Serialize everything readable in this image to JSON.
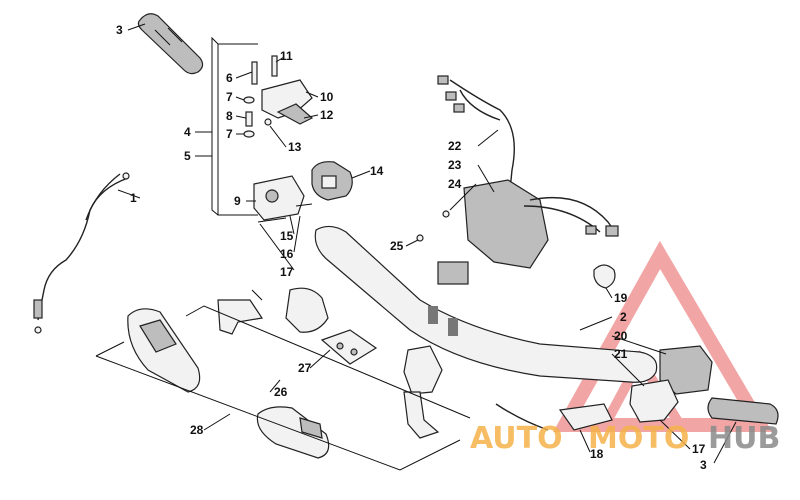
{
  "callouts": [
    {
      "id": "c1",
      "text": "1"
    },
    {
      "id": "c2",
      "text": "2"
    },
    {
      "id": "c3a",
      "text": "3"
    },
    {
      "id": "c3b",
      "text": "3"
    },
    {
      "id": "c4",
      "text": "4"
    },
    {
      "id": "c5",
      "text": "5"
    },
    {
      "id": "c6",
      "text": "6"
    },
    {
      "id": "c7a",
      "text": "7"
    },
    {
      "id": "c7b",
      "text": "7"
    },
    {
      "id": "c8",
      "text": "8"
    },
    {
      "id": "c9",
      "text": "9"
    },
    {
      "id": "c10",
      "text": "10"
    },
    {
      "id": "c11",
      "text": "11"
    },
    {
      "id": "c12",
      "text": "12"
    },
    {
      "id": "c13",
      "text": "13"
    },
    {
      "id": "c14",
      "text": "14"
    },
    {
      "id": "c15",
      "text": "15"
    },
    {
      "id": "c16",
      "text": "16"
    },
    {
      "id": "c17a",
      "text": "17"
    },
    {
      "id": "c17b",
      "text": "17"
    },
    {
      "id": "c18",
      "text": "18"
    },
    {
      "id": "c19",
      "text": "19"
    },
    {
      "id": "c20",
      "text": "20"
    },
    {
      "id": "c21",
      "text": "21"
    },
    {
      "id": "c22",
      "text": "22"
    },
    {
      "id": "c23",
      "text": "23"
    },
    {
      "id": "c24",
      "text": "24"
    },
    {
      "id": "c25",
      "text": "25"
    },
    {
      "id": "c26",
      "text": "26"
    },
    {
      "id": "c27",
      "text": "27"
    },
    {
      "id": "c28",
      "text": "28"
    }
  ],
  "watermark": {
    "part1": "AUTO",
    "part2": "MOTO",
    "part3": "HUB",
    "color_red": "#e85c5c",
    "color_orange": "#f5b24a",
    "color_gray": "#8a8a8a"
  }
}
